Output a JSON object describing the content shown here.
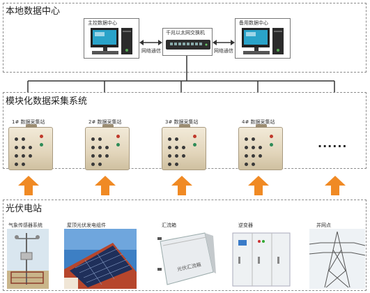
{
  "local_center": {
    "title": "本地数据中心",
    "main_center_label": "主控数据中心",
    "switch_label": "千兆以太网交换机",
    "backup_center_label": "备用数据中心",
    "link_left_label": "网络通信",
    "link_right_label": "网络通信"
  },
  "acquisition": {
    "title": "模块化数据采集系统",
    "stations": [
      {
        "label": "1# 数据采集站"
      },
      {
        "label": "2# 数据采集站"
      },
      {
        "label": "3# 数据采集站"
      },
      {
        "label": "4# 数据采集站"
      }
    ],
    "more_label": "......"
  },
  "pv_station": {
    "title": "光伏电站",
    "items": [
      {
        "label": "气象传感器系统"
      },
      {
        "label": "屋顶光伏发电组件"
      },
      {
        "label": "汇流箱"
      },
      {
        "label": "逆变器"
      },
      {
        "label": "并网点"
      }
    ],
    "combiner_box_text": "光伏汇流箱"
  },
  "colors": {
    "arrow": "#f08a24",
    "border": "#8c8c8c",
    "screen": "#2aa3c9",
    "bus_line": "#333333"
  }
}
